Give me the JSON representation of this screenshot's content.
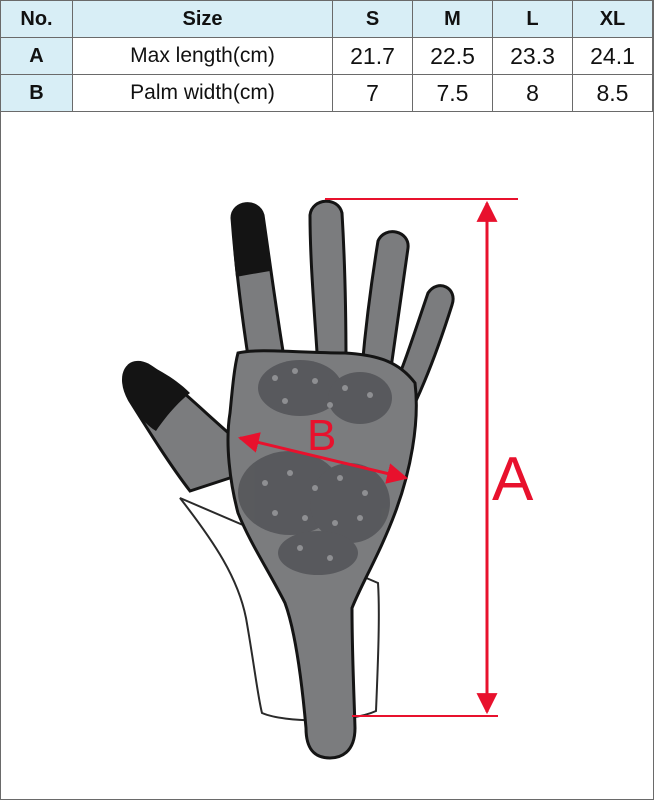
{
  "table": {
    "headers": [
      "No.",
      "Size",
      "S",
      "M",
      "L",
      "XL"
    ],
    "rows": [
      {
        "key": "A",
        "label": "Max length(cm)",
        "values": [
          "21.7",
          "22.5",
          "23.3",
          "24.1"
        ]
      },
      {
        "key": "B",
        "label": "Palm width(cm)",
        "values": [
          "7",
          "7.5",
          "8",
          "8.5"
        ]
      }
    ]
  },
  "diagram": {
    "length_label": "A",
    "width_label": "B",
    "accent_color": "#e8112d",
    "glove_color": "#7b7c7e",
    "fingertip_color": "#141414",
    "cuff_color": "#ffffff"
  }
}
